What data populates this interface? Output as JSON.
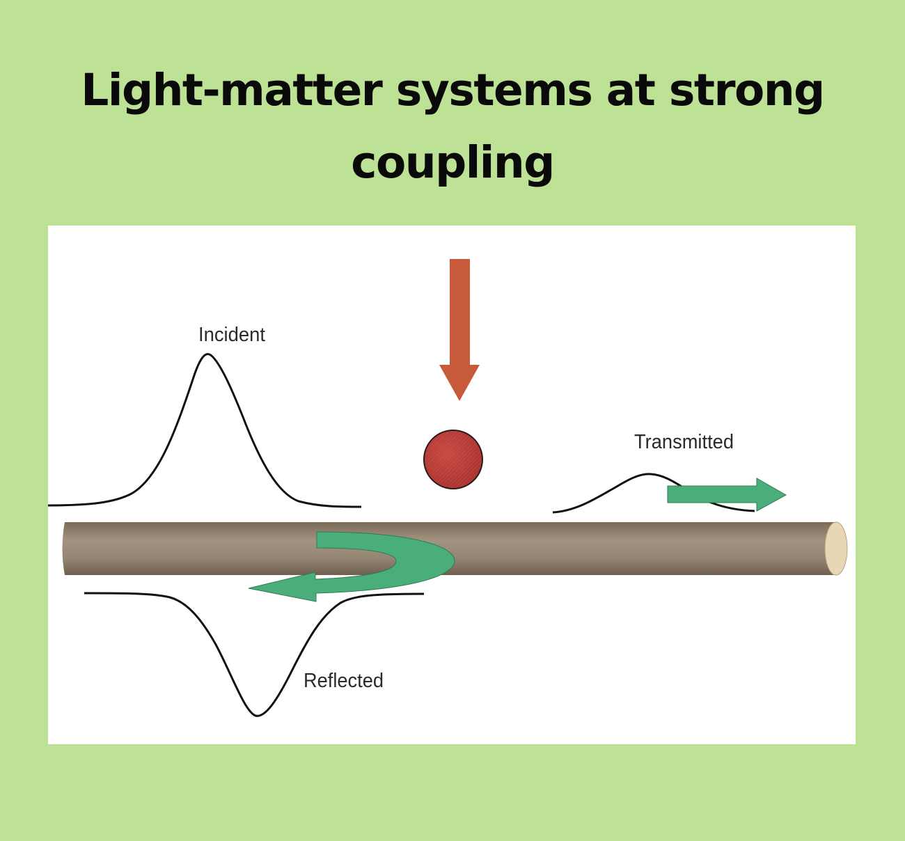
{
  "title": "Light-matter systems at strong coupling",
  "labels": {
    "incident": "Incident",
    "transmitted": "Transmitted",
    "reflected": "Reflected"
  },
  "colors": {
    "background": "#bde295",
    "panel": "#ffffff",
    "pump_arrow": "#c85a3c",
    "emitter": "#c0453f",
    "flow_arrows": "#4aae7b",
    "waveguide": "#9a8a78",
    "waveguide_end": "#e9d6b4",
    "curves": "#111111"
  },
  "icons": {
    "pump": "down-arrow",
    "emitter": "atom-circle",
    "transmission": "right-arrow",
    "reflection": "u-turn-arrow"
  }
}
